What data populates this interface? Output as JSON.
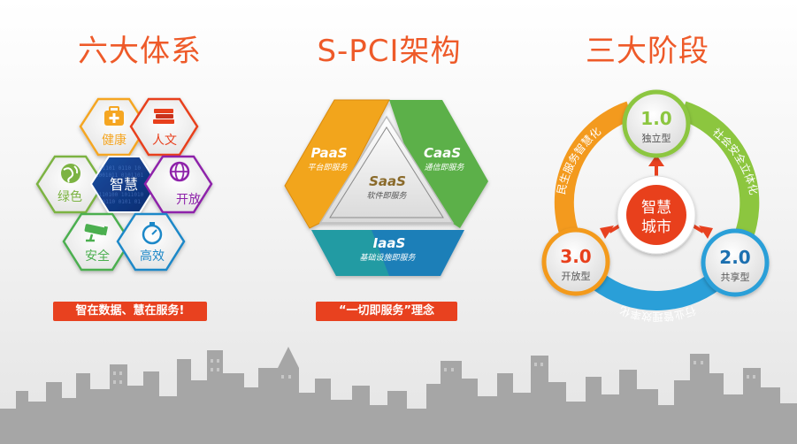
{
  "sections": {
    "six_systems": {
      "title": "六大体系",
      "center": "智慧",
      "items": [
        {
          "label": "健康",
          "icon": "medical-kit-icon",
          "color": "#f5a623"
        },
        {
          "label": "人文",
          "icon": "books-icon",
          "color": "#e8411f"
        },
        {
          "label": "绿色",
          "icon": "globe-icon",
          "color": "#7cb342"
        },
        {
          "label": "开放",
          "icon": "network-globe-icon",
          "color": "#8e24aa"
        },
        {
          "label": "安全",
          "icon": "camera-icon",
          "color": "#4caf50"
        },
        {
          "label": "高效",
          "icon": "stopwatch-icon",
          "color": "#1e88c8"
        }
      ],
      "tagline": "智在数据、慧在服务!"
    },
    "spci": {
      "title": "S-PCI架构",
      "paas": {
        "abbr": "PaaS",
        "sub": "平台即服务"
      },
      "caas": {
        "abbr": "CaaS",
        "sub": "通信即服务"
      },
      "iaas": {
        "abbr": "IaaS",
        "sub": "基础设施即服务"
      },
      "saas": {
        "abbr": "SaaS",
        "sub": "软件即服务"
      },
      "tagline": "“一切即服务”理念"
    },
    "three_stages": {
      "title": "三大阶段",
      "center": "智慧城市",
      "stage1": {
        "num": "1.0",
        "label": "独立型"
      },
      "stage2": {
        "num": "2.0",
        "label": "共享型"
      },
      "stage3": {
        "num": "3.0",
        "label": "开放型"
      },
      "arc_left": "民生服务智慧化",
      "arc_right": "社会安全立体化",
      "arc_bottom": "行业管理效率化"
    }
  },
  "colors": {
    "accent": "#ee5a29",
    "paas": "#f2a51f",
    "caas": "#5cb04a",
    "iaas": "#1f7fb8",
    "stage_green": "#8cc63f",
    "stage_orange": "#f39a1e",
    "stage_blue": "#2a9fd8"
  }
}
